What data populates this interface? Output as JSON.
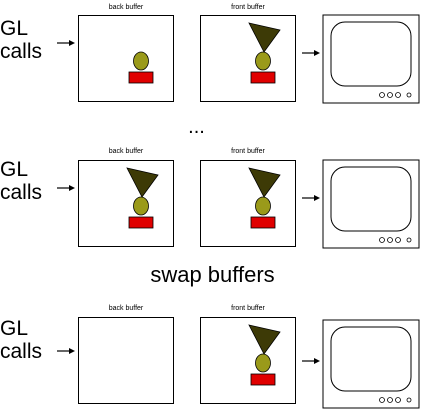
{
  "rows": [
    {
      "gl_line1": "GL",
      "gl_line2": "calls",
      "back_label": "back buffer",
      "front_label": "front buffer",
      "back_has_triangle": false,
      "back_has_oval": true,
      "back_has_rect": true,
      "front_has_triangle": true,
      "front_has_oval": true,
      "front_has_rect": true
    },
    {
      "gl_line1": "GL",
      "gl_line2": "calls",
      "back_label": "back buffer",
      "front_label": "front buffer",
      "back_has_triangle": true,
      "back_has_oval": true,
      "back_has_rect": true,
      "front_has_triangle": true,
      "front_has_oval": true,
      "front_has_rect": true
    },
    {
      "gl_line1": "GL",
      "gl_line2": "calls",
      "back_label": "back buffer",
      "front_label": "front buffer",
      "back_has_triangle": false,
      "back_has_oval": false,
      "back_has_rect": false,
      "front_has_triangle": true,
      "front_has_oval": true,
      "front_has_rect": true
    }
  ],
  "ellipsis": "...",
  "swap_label": "swap buffers",
  "colors": {
    "triangle": "#3d3a06",
    "oval": "#9a9a1a",
    "rect": "#e00000",
    "outline": "#000000"
  }
}
